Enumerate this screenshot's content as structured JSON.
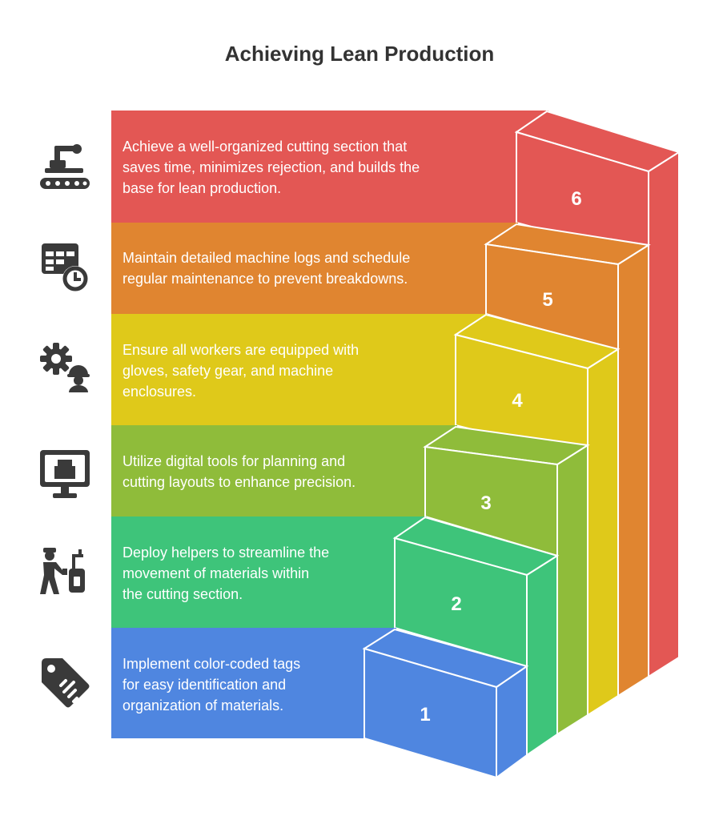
{
  "title": "Achieving Lean Production",
  "steps": [
    {
      "number": "1",
      "color": "#4f86e0",
      "icon": "price-tag-icon",
      "text": [
        "Implement color-coded tags",
        "for easy identification and",
        "organization of materials."
      ]
    },
    {
      "number": "2",
      "color": "#3ec47a",
      "icon": "helper-moving-materials-icon",
      "text": [
        "Deploy helpers to streamline the",
        "movement of materials within",
        "the cutting section."
      ]
    },
    {
      "number": "3",
      "color": "#8fbc3a",
      "icon": "computer-monitor-icon",
      "text": [
        "Utilize digital tools for planning and",
        "cutting layouts to enhance precision."
      ]
    },
    {
      "number": "4",
      "color": "#dfc91a",
      "icon": "gear-worker-icon",
      "text": [
        "Ensure all workers are equipped with",
        "gloves, safety gear, and machine",
        "enclosures."
      ]
    },
    {
      "number": "5",
      "color": "#e08530",
      "icon": "schedule-clock-icon",
      "text": [
        "Maintain detailed machine logs and schedule",
        "regular maintenance to prevent breakdowns."
      ]
    },
    {
      "number": "6",
      "color": "#e35754",
      "icon": "robot-arm-conveyor-icon",
      "text": [
        "Achieve a well-organized cutting section that",
        "saves time, minimizes rejection, and builds the",
        "base for lean production."
      ]
    }
  ]
}
